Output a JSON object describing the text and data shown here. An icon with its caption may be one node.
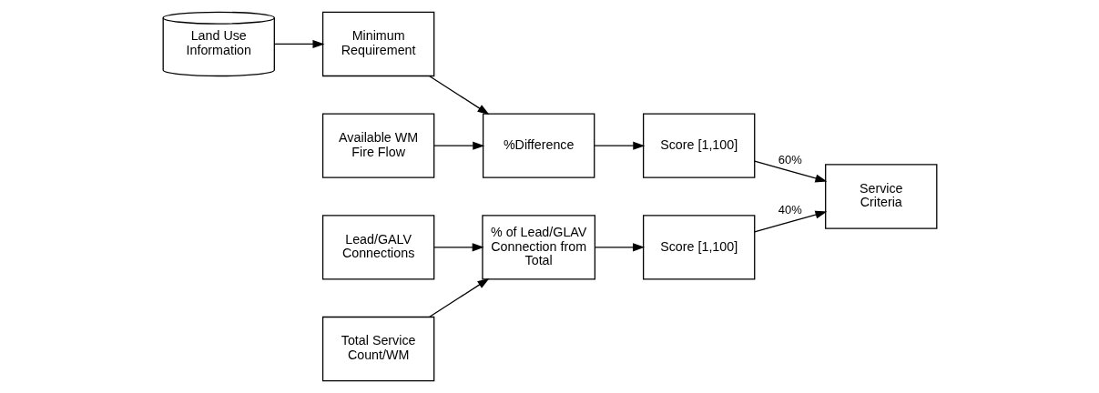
{
  "diagram": {
    "nodes": [
      {
        "text": [
          "Land Use Information"
        ]
      },
      {
        "text": [
          "Available WM Fire Flow"
        ]
      },
      {
        "text": [
          "Minimum Requirement"
        ]
      },
      {
        "text": [
          "%Difference"
        ]
      },
      {
        "text": [
          "Score [1,100]"
        ]
      },
      {
        "text": [
          "Service Criteria"
        ]
      },
      {
        "text": [
          "Total Service Count/WM"
        ]
      },
      {
        "text": [
          "Lead/GALV Connections"
        ]
      },
      {
        "text": [
          "% of Lead/GLAV Connection from Total"
        ]
      },
      {
        "text": [
          "Score [1,100]"
        ]
      }
    ],
    "edges": [
      {
        "from": 0,
        "to": 2,
        "arrow": "to"
      },
      {
        "from": 1,
        "to": 3,
        "arrow": "to"
      },
      {
        "from": 2,
        "to": 3,
        "arrow": "to"
      },
      {
        "from": 3,
        "to": 4,
        "arrow": "to"
      },
      {
        "from": 4,
        "to": 5,
        "arrow": "to",
        "label": "60%"
      },
      {
        "from": 6,
        "to": 8,
        "arrow": "to"
      },
      {
        "from": 7,
        "to": 8,
        "arrow": "to"
      },
      {
        "from": 8,
        "to": 9,
        "arrow": "to"
      },
      {
        "from": 9,
        "to": 5,
        "arrow": "to",
        "label": "40%"
      }
    ]
  }
}
